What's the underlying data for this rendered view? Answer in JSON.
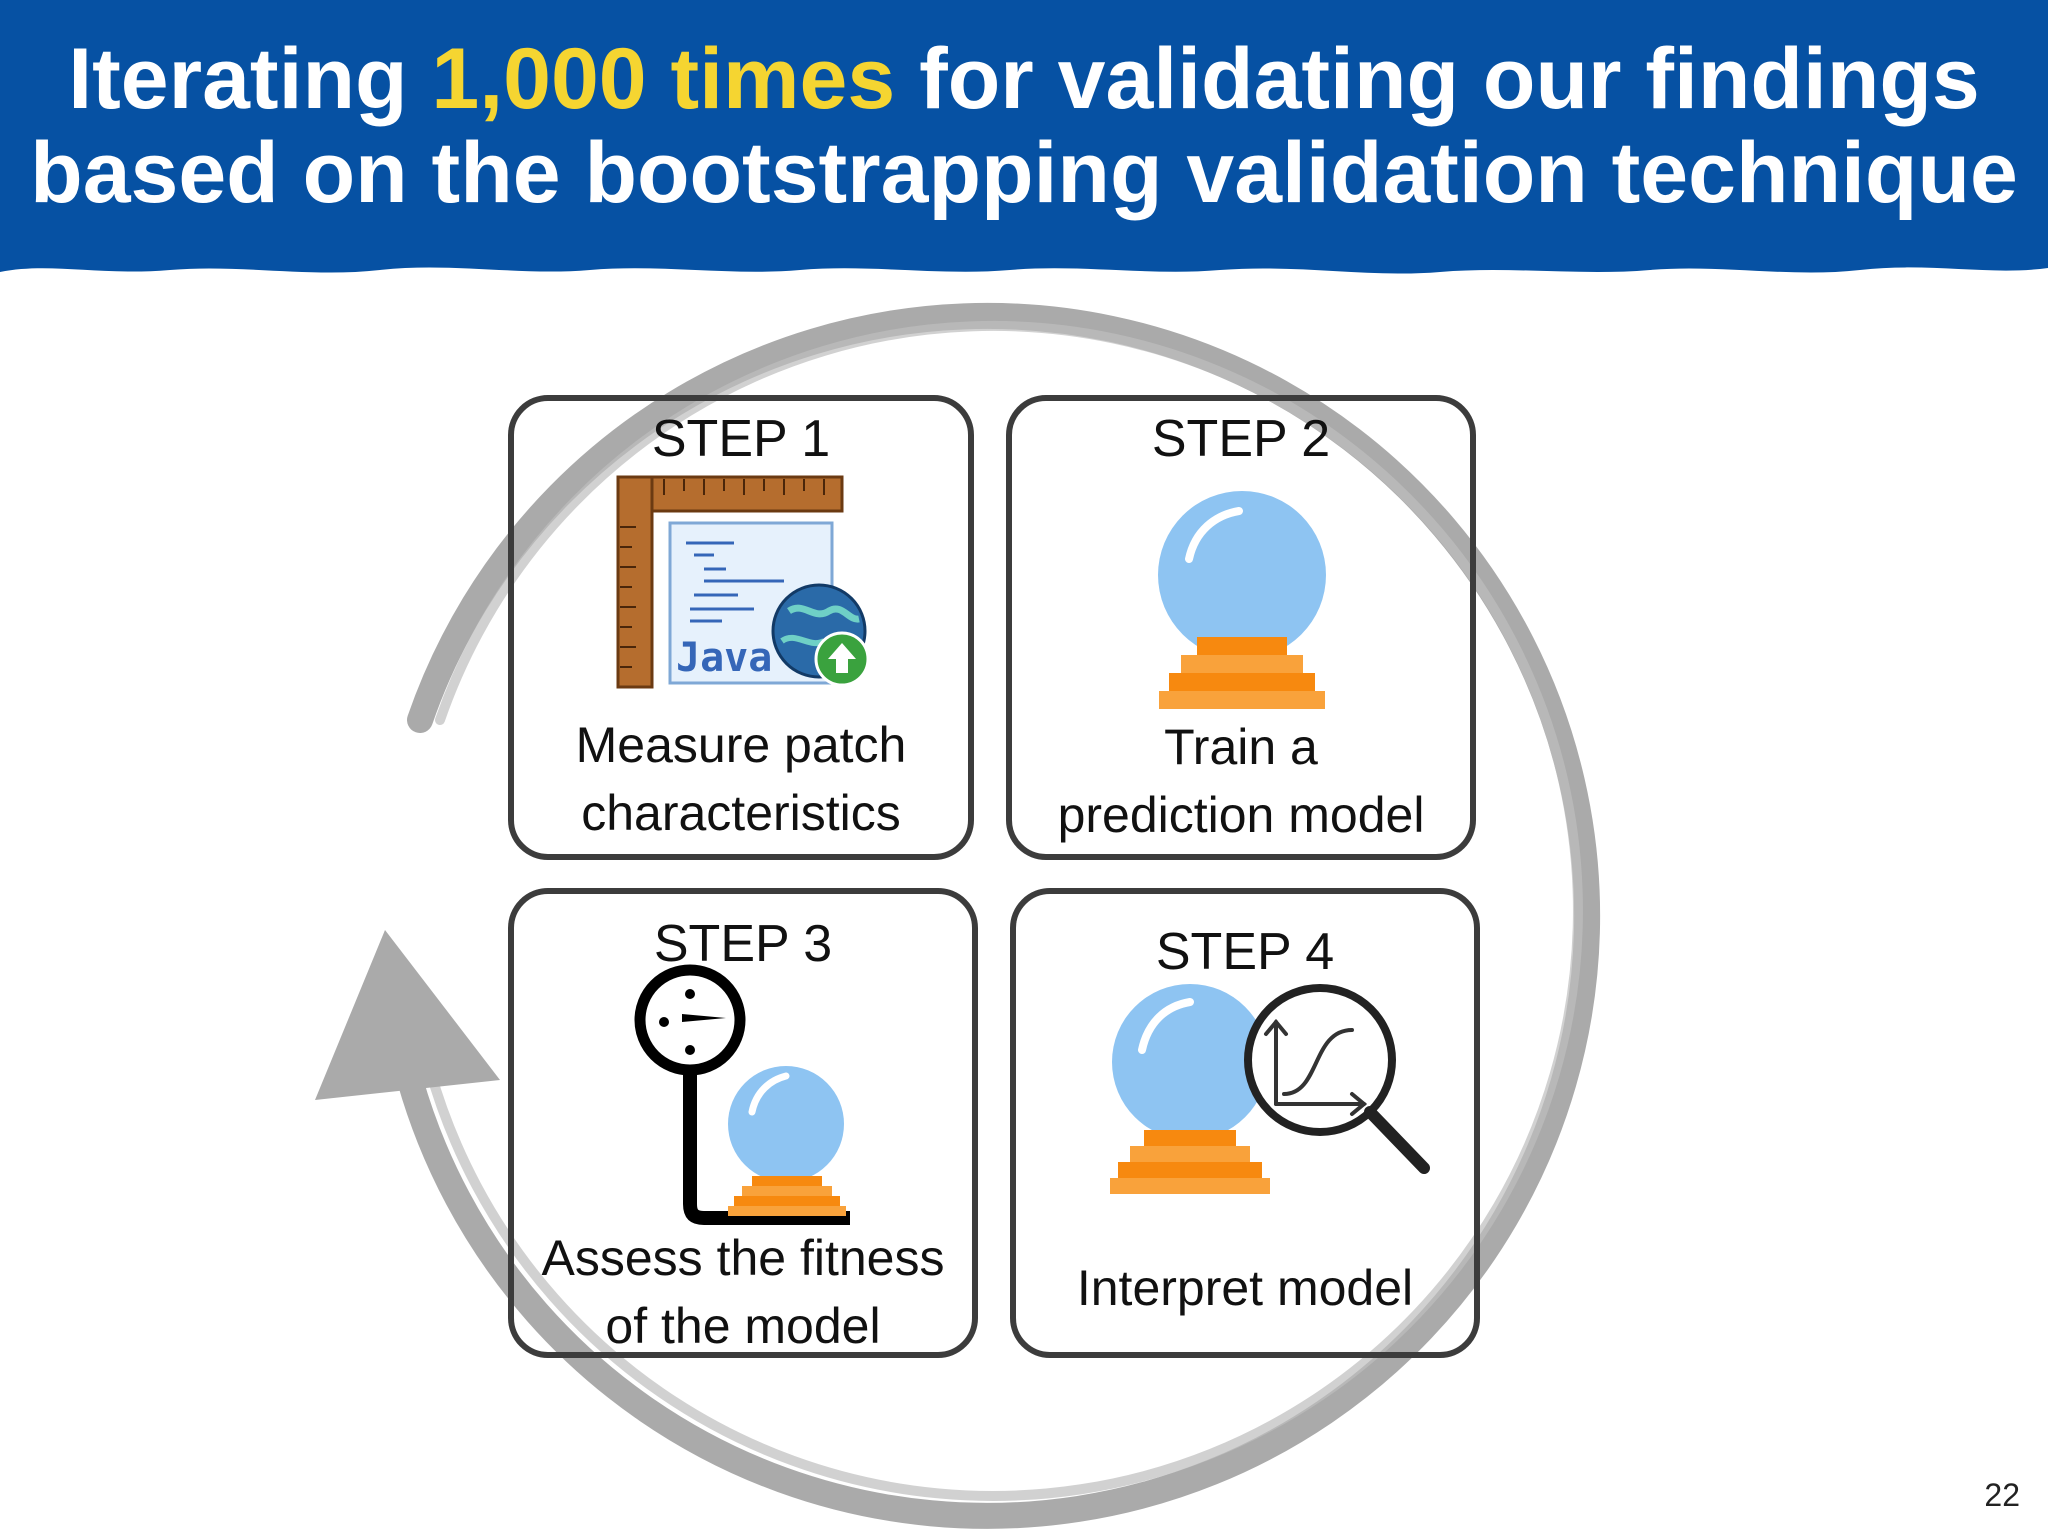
{
  "header": {
    "title_pre": "Iterating ",
    "title_highlight": "1,000 times",
    "title_post": " for validating our findings",
    "title_line2": "based on the bootstrapping validation technique"
  },
  "colors": {
    "header_bg": "#0651a3",
    "highlight": "#f5d531",
    "cycle_arrow": "#aaaaaa",
    "card_border": "#3c3c3c",
    "crystal_ball": "#8ec4f2",
    "ball_stand": "#f7890f"
  },
  "steps": [
    {
      "title": "STEP 1",
      "description": "Measure patch\ncharacteristics",
      "icon": "java-ruler-globe-icon",
      "icon_text": "Java"
    },
    {
      "title": "STEP 2",
      "description": "Train a\nprediction model",
      "icon": "crystal-ball-icon"
    },
    {
      "title": "STEP 3",
      "description": "Assess the fitness\nof the model",
      "icon": "gauge-crystal-ball-icon"
    },
    {
      "title": "STEP 4",
      "description": "Interpret model",
      "icon": "magnifier-crystal-ball-icon"
    }
  ],
  "page_number": "22"
}
